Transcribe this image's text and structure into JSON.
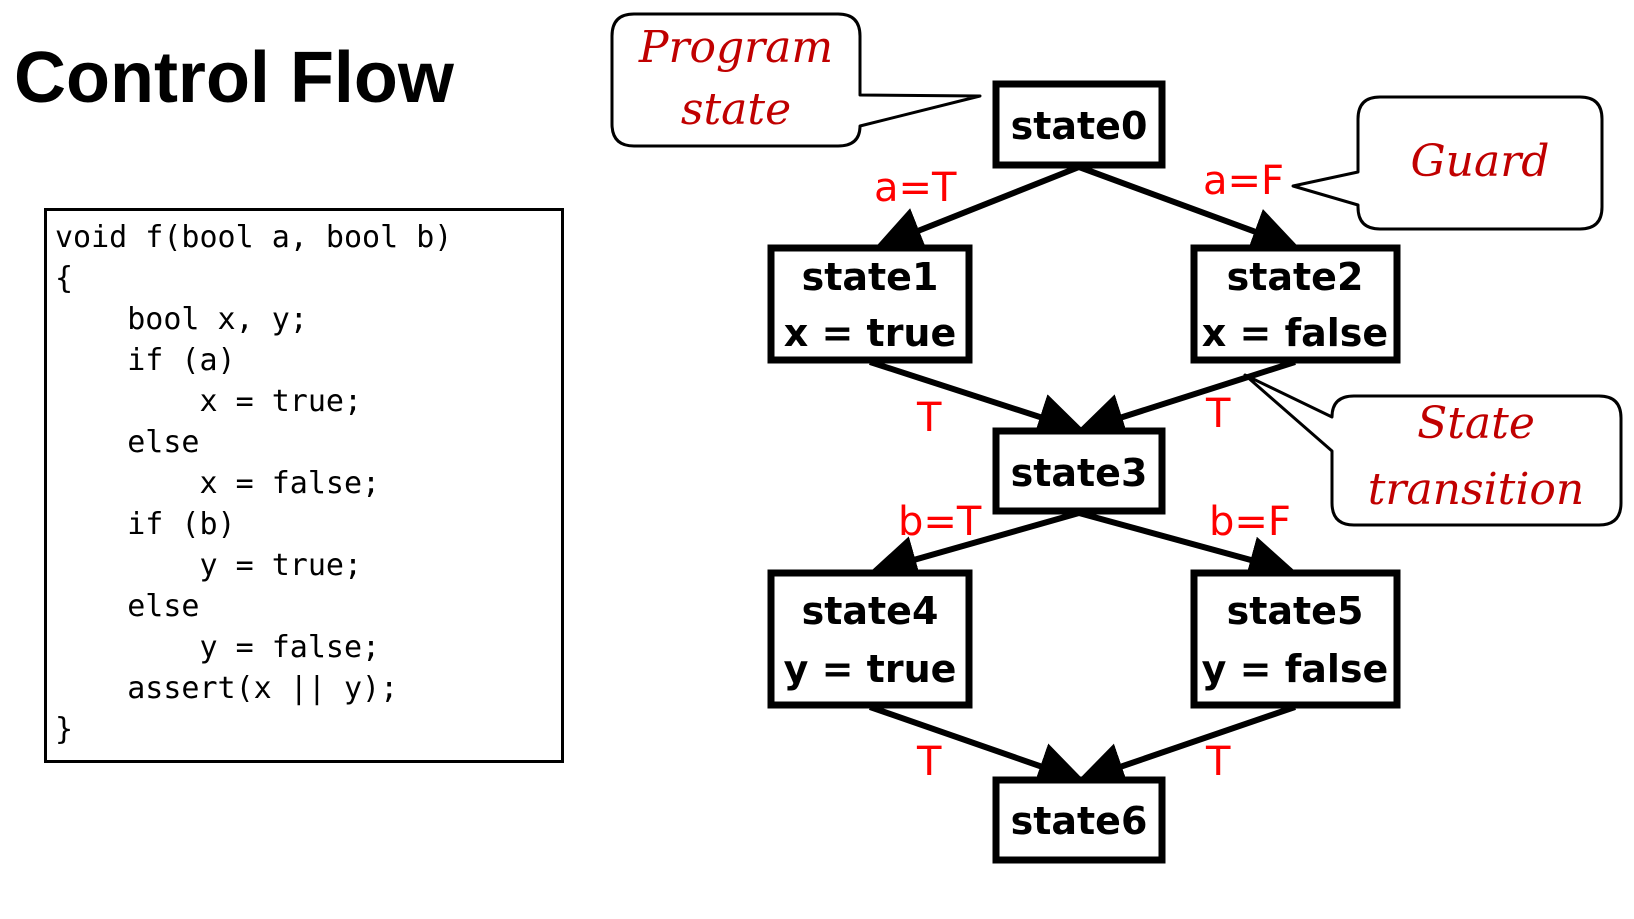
{
  "title": "Control Flow",
  "code": [
    "void f(bool a, bool b)",
    "{",
    "    bool x, y;",
    "    if (a)",
    "        x = true;",
    "    else",
    "        x = false;",
    "    if (b)",
    "        y = true;",
    "    else",
    "        y = false;",
    "    assert(x || y);",
    "}"
  ],
  "states": {
    "s0": {
      "name": "state0",
      "value": ""
    },
    "s1": {
      "name": "state1",
      "value": "x = true"
    },
    "s2": {
      "name": "state2",
      "value": "x = false"
    },
    "s3": {
      "name": "state3",
      "value": ""
    },
    "s4": {
      "name": "state4",
      "value": "y = true"
    },
    "s5": {
      "name": "state5",
      "value": "y = false"
    },
    "s6": {
      "name": "state6",
      "value": ""
    }
  },
  "edge_labels": {
    "e01": "a=T",
    "e02": "a=F",
    "e13": "T",
    "e23": "T",
    "e34": "b=T",
    "e35": "b=F",
    "e46": "T",
    "e56": "T"
  },
  "callouts": {
    "program_state": [
      "Program",
      "state"
    ],
    "guard": [
      "Guard"
    ],
    "state_transition": [
      "State",
      "transition"
    ]
  },
  "colors": {
    "edge_label": "#ff0000",
    "callout_text": "#c00000",
    "box_stroke": "#000000"
  }
}
